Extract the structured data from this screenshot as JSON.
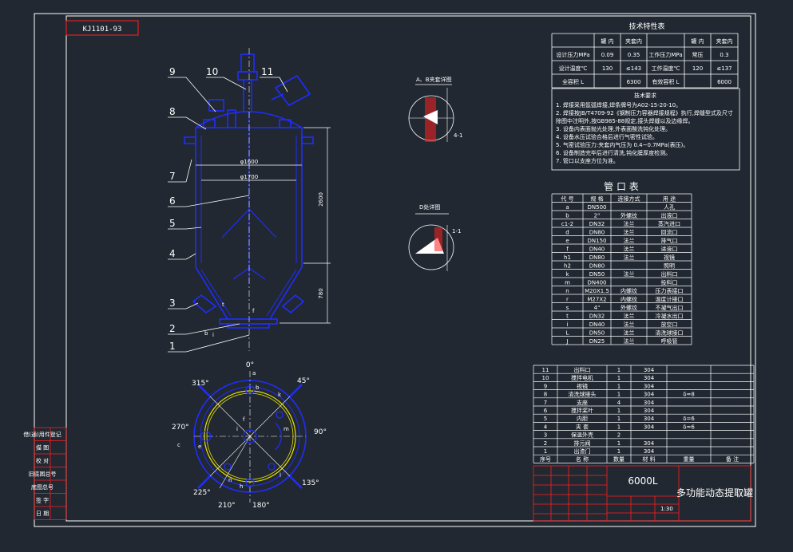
{
  "drawing_code": "KJ1101-93",
  "vessel": {
    "part_callouts": [
      "9",
      "10",
      "11",
      "8",
      "7",
      "6",
      "5",
      "4",
      "3",
      "2",
      "1"
    ],
    "dim_inner": "φ1600",
    "dim_outer": "φ1700",
    "dim_height_upper": "2600",
    "dim_height_lower": "780",
    "letter_t": "t",
    "letter_f": "f",
    "letter_b": "b",
    "letter_i": "i"
  },
  "details": {
    "ab_title": "A、B夹套详图",
    "ab_dim": "4-1",
    "d_title": "D处详图",
    "d_dim": "1-1"
  },
  "plan": {
    "angles": [
      "0°",
      "45°",
      "90°",
      "135°",
      "180°",
      "210°",
      "225°",
      "270°",
      "315°"
    ],
    "letters": [
      "a",
      "b",
      "h",
      "k",
      "m",
      "l",
      "n",
      "e",
      "c",
      "f",
      "i"
    ]
  },
  "tech_table": {
    "title": "技术特性表",
    "head": [
      "",
      "罐 内",
      "夹套内",
      "",
      "罐 内",
      "夹套内"
    ],
    "rows": [
      [
        "设计压力MPa",
        "0.09",
        "0.35",
        "工作压力MPa",
        "常压",
        "0.3"
      ],
      [
        "设计温度℃",
        "130",
        "≤143",
        "工作温度℃",
        "120",
        "≤137"
      ],
      [
        "全容积 L",
        "",
        "6300",
        "有效容积 L",
        "",
        "6000"
      ]
    ]
  },
  "requirements": {
    "title": "技术要求",
    "items": [
      "1. 焊接采用氩弧焊接,焊条牌号为A02-15-20-10。",
      "2. 焊接按JB/T4709-92《钢制压力容器焊接规程》执行,焊缝型式及尺寸",
      "   除图中注明外,按GB985-88规定,接头焊缝以及边缘焊。",
      "3. 设备内表面抛光处理,外表面酸洗钝化处理。",
      "4. 设备水压试验合格后进行气密性试验。",
      "5. 气密试验压力:夹套内气压为 0.4~0.7MPa(表压)。",
      "6. 设备制造完毕后进行清洗,钝化膜厚度检测。",
      "7. 管口以支座方位为准。"
    ]
  },
  "nozzle_table": {
    "title": "管 口 表",
    "head": [
      "代 号",
      "规 格",
      "连接方式",
      "用 途"
    ],
    "rows": [
      [
        "a",
        "DN500",
        "",
        "人孔"
      ],
      [
        "b",
        "2\"",
        "外螺纹",
        "出液口"
      ],
      [
        "c1-2",
        "DN32",
        "法兰",
        "蒸汽进口"
      ],
      [
        "d",
        "DN80",
        "法兰",
        "回流口"
      ],
      [
        "e",
        "DN150",
        "法兰",
        "排气口"
      ],
      [
        "f",
        "DN40",
        "法兰",
        "进液口"
      ],
      [
        "h1",
        "DN80",
        "法兰",
        "视镜"
      ],
      [
        "h2",
        "DN80",
        "",
        "照明"
      ],
      [
        "k",
        "DN50",
        "法兰",
        "出料口"
      ],
      [
        "m",
        "DN400",
        "",
        "投料口"
      ],
      [
        "n",
        "M20X1.5",
        "内螺纹",
        "压力表接口"
      ],
      [
        "r",
        "M27X2",
        "内螺纹",
        "温度计接口"
      ],
      [
        "s",
        "4\"",
        "外螺纹",
        "不凝气出口"
      ],
      [
        "t",
        "DN32",
        "法兰",
        "冷凝水出口"
      ],
      [
        "i",
        "DN40",
        "法兰",
        "放空口"
      ],
      [
        "L",
        "DN50",
        "法兰",
        "清洗球接口"
      ],
      [
        "J",
        "DN25",
        "法兰",
        "呼吸管"
      ]
    ]
  },
  "parts_list": {
    "rows": [
      [
        "11",
        "出料口",
        "1",
        "304",
        ""
      ],
      [
        "10",
        "搅拌电机",
        "1",
        "304",
        ""
      ],
      [
        "9",
        "视镜",
        "1",
        "304",
        ""
      ],
      [
        "8",
        "清洗球接头",
        "1",
        "304",
        "δ=8"
      ],
      [
        "7",
        "支座",
        "4",
        "304",
        ""
      ],
      [
        "6",
        "搅拌桨叶",
        "1",
        "304",
        ""
      ],
      [
        "5",
        "内胆",
        "1",
        "304",
        "δ=6"
      ],
      [
        "4",
        "夹 套",
        "1",
        "304",
        "δ=6"
      ],
      [
        "3",
        "保温外壳",
        "2",
        "",
        ""
      ],
      [
        "2",
        "排污阀",
        "1",
        "304",
        ""
      ],
      [
        "1",
        "出渣门",
        "1",
        "304",
        ""
      ]
    ],
    "footer": [
      "序号",
      "名 称",
      "数量",
      "材 料",
      "重量",
      "备 注"
    ]
  },
  "title_block": {
    "model": "6000L",
    "name": "多功能动态提取罐",
    "scale": "1:30"
  },
  "side_block": {
    "items": [
      "借(通)用件登记",
      "描 图",
      "校 对",
      "旧底图总号",
      "底图总号",
      "签 字",
      "日 期"
    ]
  },
  "colors": {
    "background": "#212831",
    "line": "#ffffff",
    "vessel": "#1f2dff",
    "accent": "#ff1f1f",
    "detail_hatch": "#ff1f1f",
    "highlight": "#e8e300"
  }
}
